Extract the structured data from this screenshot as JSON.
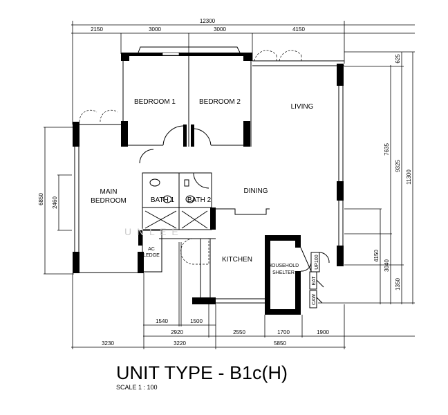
{
  "title": "UNIT TYPE - B1c(H)",
  "scale": "SCALE   1 : 100",
  "watermark": "U  N  L  E  E",
  "rooms": {
    "bedroom1": "BEDROOM  1",
    "bedroom2": "BEDROOM  2",
    "living": "LIVING",
    "dining": "DINING",
    "main_bedroom_1": "MAIN",
    "main_bedroom_2": "BEDROOM",
    "bath1": "BATH 1",
    "bath2": "BATH 2",
    "ac_ledge_1": "AC",
    "ac_ledge_2": "LEDGE",
    "kitchen": "KITCHEN",
    "shelter_1": "HOUSEHOLD",
    "shelter_2": "SHELTER",
    "up100": "UP100",
    "eat": "EAT",
    "caw": "CAW"
  },
  "dimensions": {
    "top_total": "12300",
    "top": [
      "2150",
      "3000",
      "3000",
      "4150"
    ],
    "right": [
      "625",
      "7635",
      "9325",
      "11300",
      "4150",
      "3040",
      "1350"
    ],
    "left": [
      "6850",
      "2460"
    ],
    "bottom_row1": [
      "1540",
      "1500"
    ],
    "bottom_row2": [
      "2920",
      "2550",
      "1700",
      "1900"
    ],
    "bottom_row3": [
      "3230",
      "3220",
      "5850"
    ]
  }
}
